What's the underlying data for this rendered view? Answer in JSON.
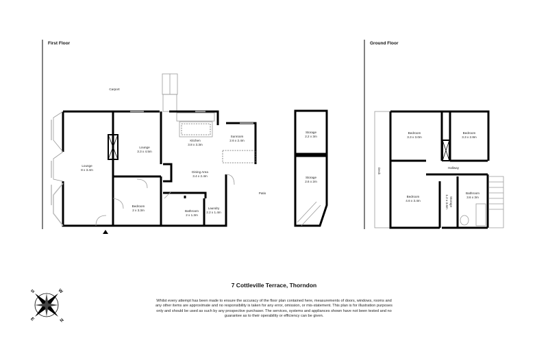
{
  "first_floor": {
    "label": "First Floor",
    "rooms": [
      {
        "name": "Lounge",
        "size": "8 x 3.4m"
      },
      {
        "name": "Lounge",
        "size": "3.3 x 4.5m"
      },
      {
        "name": "Kitchen",
        "size": "3.8 x 3.3m"
      },
      {
        "name": "Sunroom",
        "size": "2.6 x 2.4m"
      },
      {
        "name": "Dining Area",
        "size": "3.4 x 2.4m"
      },
      {
        "name": "Bedroom",
        "size": "2 x 3.3m"
      },
      {
        "name": "Bathroom",
        "size": "2 x 1.3m"
      },
      {
        "name": "Laundry",
        "size": "2.2 x 1.4m"
      },
      {
        "name": "Storage",
        "size": "2.2 x 3m"
      },
      {
        "name": "Storage",
        "size": "2.6 x 2m"
      }
    ],
    "carport": "Carport",
    "patio": "Patio"
  },
  "ground_floor": {
    "label": "Ground Floor",
    "rooms": [
      {
        "name": "Bedroom",
        "size": "3.3 x 3.0m"
      },
      {
        "name": "Bedroom",
        "size": "3.3 x 2.8m"
      },
      {
        "name": "Hallway",
        "size": ""
      },
      {
        "name": "Bedroom",
        "size": "4.6 x 3.4m"
      },
      {
        "name": "Storage",
        "size": "1.2 x 3.6m"
      },
      {
        "name": "Bathroom",
        "size": "3.6 x 3m"
      }
    ],
    "deck": "Deck"
  },
  "compass": {
    "labels": [
      "N",
      "E",
      "S",
      "W"
    ]
  },
  "title": "7 Cottleville Terrace, Thorndon",
  "disclaimer": "Whilst every attempt has been made to ensure the accuracy of the floor plan contained here, measurements of doors, windows, rooms and any other items are approximate and no responsibility is taken for any error, omission, or mis-statement. This plan is for illustration purposes only and should be used as such by any prospective purchaser. The services, systems and appliances shown have not been tested and no guarantee as to their operability or efficiency can be given."
}
